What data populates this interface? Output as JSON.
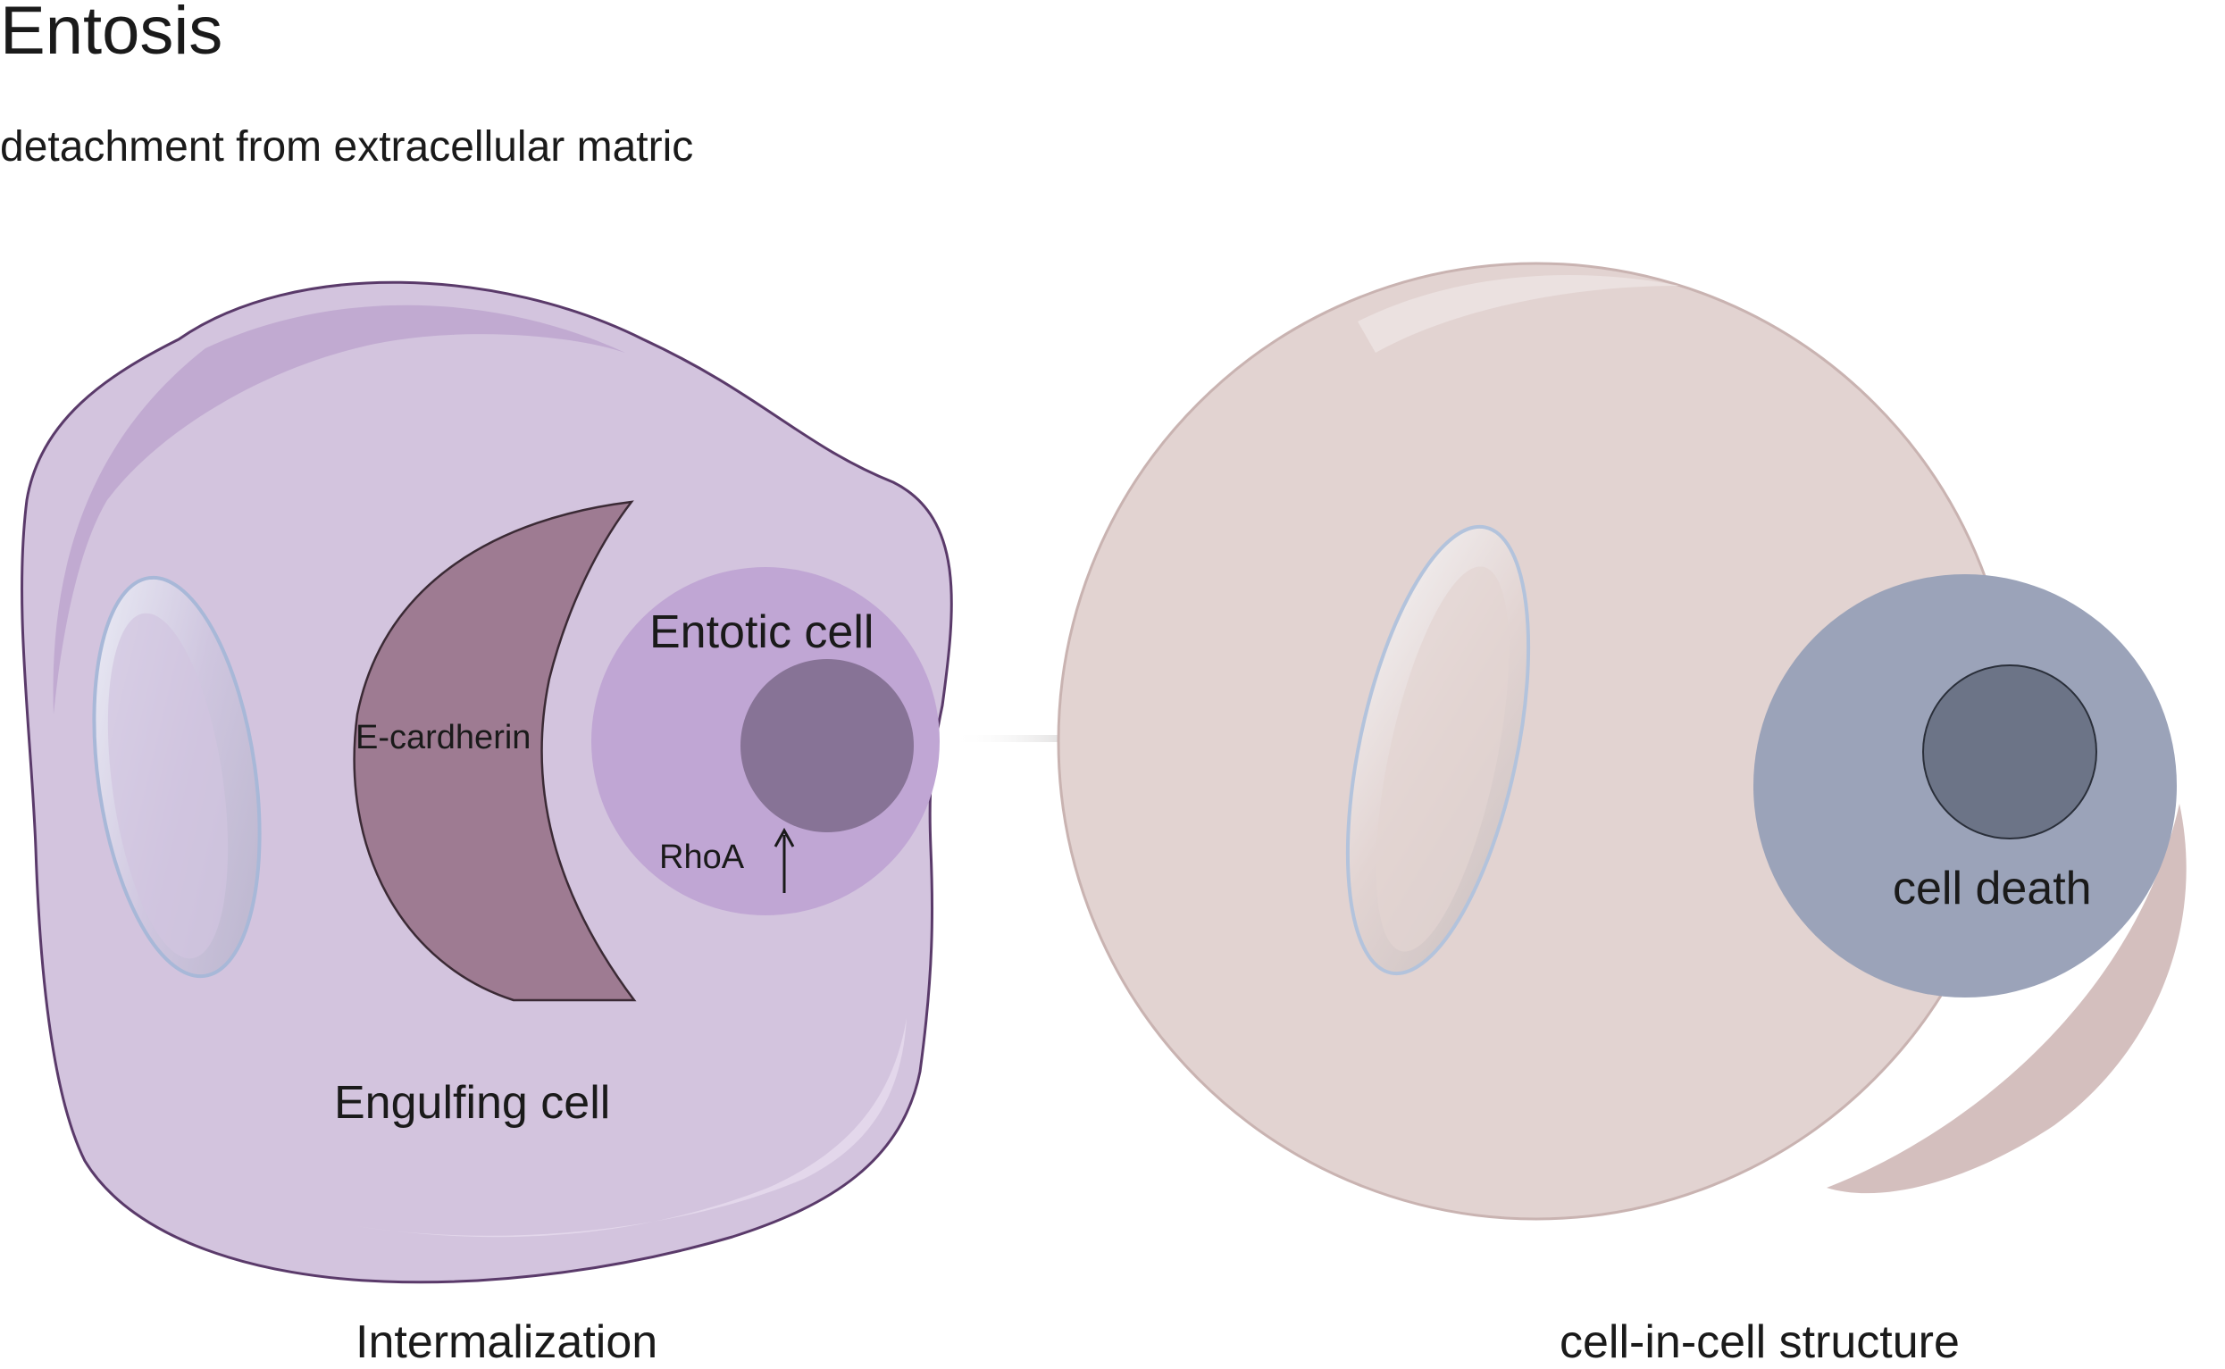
{
  "title": "Entosis",
  "subtitle": "detachment from extracellular matric",
  "left_panel": {
    "engulfing_cell_label": "Engulfing cell",
    "cadherin_label": "E-cardherin",
    "entotic_cell_label": "Entotic cell",
    "rhoa_label": "RhoA",
    "caption": "Intermalization"
  },
  "right_panel": {
    "cell_death_label": "cell death",
    "caption": "cell-in-cell structure"
  },
  "colors": {
    "engulfing_cell_fill": "#d3c4de",
    "engulfing_cell_stroke": "#5a3a6a",
    "cadherin_fill": "#9e7b92",
    "entotic_cell_fill": "#c0a6d4",
    "entotic_nucleus_fill": "#877396",
    "host_cell_fill": "#e2d3d1",
    "dying_cell_fill": "#9ba3b9",
    "dying_nucleus_fill": "#6c7487",
    "arrow": "#231a1a"
  }
}
